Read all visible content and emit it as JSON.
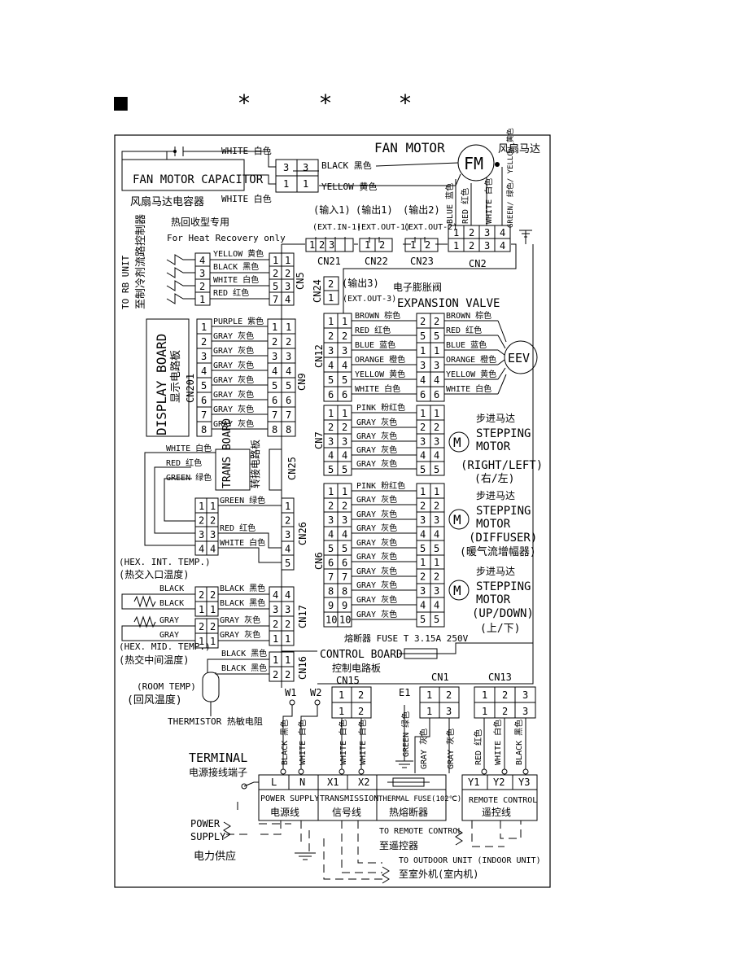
{
  "header": {
    "marker": "■",
    "stars": [
      "*",
      "*",
      "*"
    ]
  },
  "fan": {
    "motor_label": "FAN MOTOR",
    "motor_label_cn": "风扇马达",
    "fm": "FM",
    "capacitor_label": "FAN MOTOR CAPACITOR",
    "capacitor_label_cn": "风扇马达电容器",
    "cap_wire_top": "WHITE 白色",
    "cap_wire_bottom": "WHITE 白色",
    "cn5_pins": [
      "3",
      "3",
      "1",
      "1"
    ],
    "motor_wire_black": "BLACK 黑色",
    "motor_wire_yellow": "YELLOW 黄色",
    "vertical_wires": [
      "BLUE 蓝色",
      "RED 红色",
      "WHITE 白色",
      "GREEN/ 绿色/ YELLOW 黄色"
    ]
  },
  "ext": {
    "in1_cn": "(输入1)",
    "in1_en": "(EXT.IN-1)",
    "out1_cn": "(输出1)",
    "out1_en": "(EXT.OUT-1)",
    "out2_cn": "(输出2)",
    "out2_en": "(EXT.OUT-2)",
    "out3_cn": "(输出3)",
    "out3_en": "(EXT.OUT-3)"
  },
  "connectors": {
    "cn21": "CN21",
    "cn22": "CN22",
    "cn23": "CN23",
    "cn2": "CN2",
    "cn24": "CN24",
    "cn5": "CN5",
    "cn9": "CN9",
    "cn12": "CN12",
    "cn7": "CN7",
    "cn6": "CN6",
    "cn25": "CN25",
    "cn26": "CN26",
    "cn17": "CN17",
    "cn16": "CN16",
    "cn15": "CN15",
    "cn1": "CN1",
    "cn13": "CN13",
    "cn201": "CN201"
  },
  "heat_recovery": {
    "cn": "热回收型专用",
    "en": "For Heat Recovery only",
    "to_rb_en": "TO RB UNIT",
    "to_rb_cn": "至制冷剂流路控制器",
    "wires": [
      "YELLOW 黄色",
      "BLACK 黑色",
      "WHITE 白色",
      "RED 红色"
    ],
    "side_pins": [
      "4",
      "3",
      "2",
      "1"
    ],
    "cn5_pins": [
      "1",
      "2",
      "5",
      "7"
    ]
  },
  "display": {
    "en": "DISPLAY BOARD",
    "cn": "显示电路板",
    "wires": [
      "PURPLE 紫色",
      "GRAY 灰色",
      "GRAY 灰色",
      "GRAY 灰色",
      "GRAY 灰色",
      "GRAY 灰色",
      "GRAY 灰色",
      "GRAY 灰色"
    ]
  },
  "trans_board": {
    "en": "TRANS BOARD",
    "cn": "转接电路板",
    "wires": [
      "WHITE 白色",
      "RED 红色",
      "GREEN 绿色"
    ]
  },
  "cn26_wires": [
    "GREEN 绿色",
    "RED 红色",
    "WHITE 白色"
  ],
  "eev": {
    "title_cn": "电子膨胀阀",
    "title_en": "EXPANSION VALVE",
    "label": "EEV",
    "wires": [
      "BROWN 棕色",
      "RED 红色",
      "BLUE 蓝色",
      "ORANGE 橙色",
      "YELLOW 黄色",
      "WHITE 白色"
    ],
    "motor_pins": [
      "2",
      "5",
      "1",
      "3",
      "4",
      "6"
    ]
  },
  "cn7_wires": [
    "PINK 粉红色",
    "GRAY 灰色",
    "GRAY 灰色",
    "GRAY 灰色",
    "GRAY 灰色"
  ],
  "stepping": {
    "cn": "步进马达",
    "en1": "STEPPING",
    "en2": "MOTOR",
    "rl": "(RIGHT/LEFT)",
    "rl_cn": "(右/左)",
    "diffuser": "(DIFFUSER)",
    "diffuser_cn": "(暖气流增幅器)",
    "ud": "(UP/DOWN)",
    "ud_cn": "(上/下)"
  },
  "cn6_wires": [
    "PINK 粉红色",
    "GRAY 灰色",
    "GRAY 灰色",
    "GRAY 灰色",
    "GRAY 灰色",
    "GRAY 灰色",
    "GRAY 灰色",
    "GRAY 灰色",
    "GRAY 灰色",
    "GRAY 灰色"
  ],
  "sensors": {
    "hex_int": "(HEX. INT. TEMP.)",
    "hex_int_cn": "(热交入口温度)",
    "hex_mid": "(HEX. MID. TEMP.)",
    "hex_mid_cn": "(热交中间温度)",
    "room": "(ROOM TEMP)",
    "room_cn": "(回风温度)",
    "thermistor": "THERMISTOR 热敏电阻",
    "cn17_wires": [
      "BLACK",
      "BLACK",
      "GRAY",
      "GRAY"
    ],
    "cn17_board": [
      "BLACK 黑色",
      "BLACK 黑色",
      "GRAY 灰色",
      "GRAY 灰色"
    ],
    "cn16_wires": [
      "BLACK 黑色",
      "BLACK 黑色"
    ]
  },
  "control": {
    "fuse": "熔断器 FUSE T 3.15A 250V",
    "board_en": "CONTROL BOARD",
    "board_cn": "控制电路板",
    "w1": "W1",
    "w2": "W2",
    "e1": "E1",
    "bottom_wires": [
      "BLACK 黑色",
      "WHITE 白色",
      "WHITE 白色",
      "WHITE 白色",
      "GREEN 绿色",
      "GRAY 灰色",
      "GRAY 灰色",
      "RED 红色",
      "WHITE 白色",
      "BLACK 黑色"
    ]
  },
  "terminal": {
    "en": "TERMINAL",
    "cn": "电源接线端子",
    "tb1": [
      "L",
      "N",
      "X1",
      "X2"
    ],
    "tb2": [
      "Y1",
      "Y2",
      "Y3"
    ],
    "power_supply": "POWER SUPPLY",
    "power_supply_cn": "电源线",
    "transmission": "TRANSMISSION",
    "transmission_cn": "信号线",
    "thermal_fuse": "THERMAL FUSE(102℃)",
    "thermal_fuse_cn": "热熔断器",
    "remote": "REMOTE CONTROL",
    "remote_cn": "遥控线"
  },
  "bottom": {
    "power1": "POWER",
    "power2": "SUPPLY",
    "power_cn": "电力供应",
    "to_remote": "TO REMOTE CONTROL",
    "to_remote_cn": "至遥控器",
    "to_outdoor": "TO OUTDOOR UNIT (INDOOR UNIT)",
    "to_outdoor_cn": "至室外机(室内机)"
  }
}
